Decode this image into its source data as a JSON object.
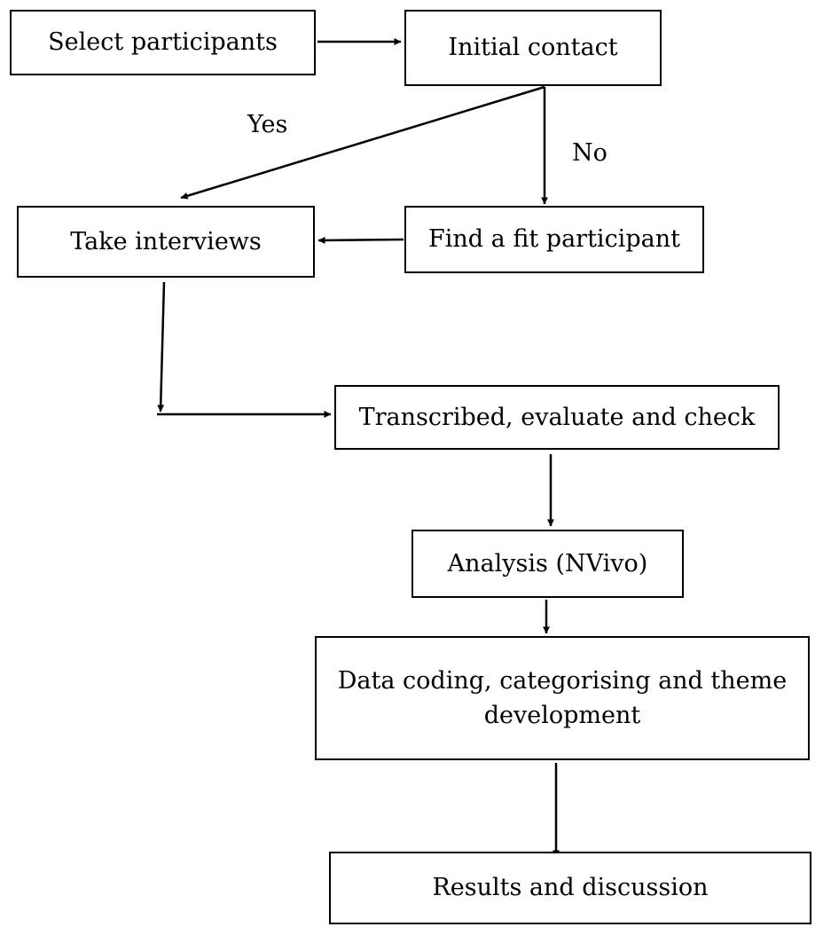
{
  "nodes": {
    "select_participants": "Select participants",
    "initial_contact": "Initial contact",
    "take_interviews": "Take interviews",
    "find_participant": "Find a fit participant",
    "transcribe": "Transcribed, evaluate and check",
    "analysis": "Analysis (NVivo)",
    "coding_line1": "Data coding, categorising and theme",
    "coding_line2": "development",
    "results": "Results and discussion"
  },
  "edges": {
    "yes_label": "Yes",
    "no_label": "No"
  },
  "colors": {
    "line": "#000000",
    "background": "#ffffff"
  }
}
